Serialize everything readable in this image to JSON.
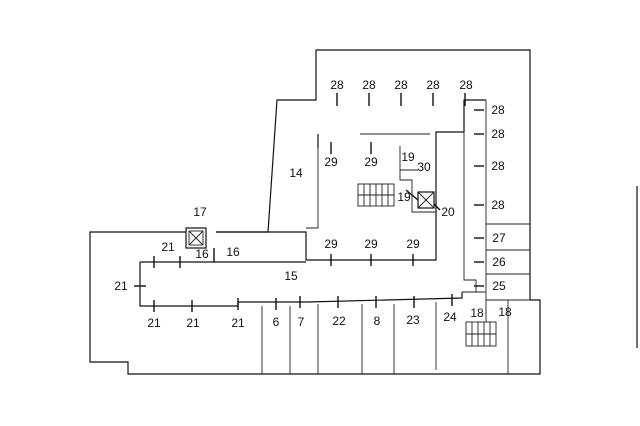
{
  "room_labels": [
    "28",
    "28",
    "28",
    "28",
    "28",
    "28",
    "28",
    "28",
    "28",
    "29",
    "29",
    "19",
    "30",
    "19",
    "20",
    "29",
    "29",
    "29",
    "14",
    "17",
    "16",
    "16",
    "21",
    "21",
    "15",
    "27",
    "26",
    "25",
    "21",
    "21",
    "21",
    "6",
    "7",
    "22",
    "8",
    "23",
    "24",
    "18",
    "18"
  ],
  "icons": {
    "elevator": "elevator-box-icon",
    "stair": "stair-icon"
  }
}
